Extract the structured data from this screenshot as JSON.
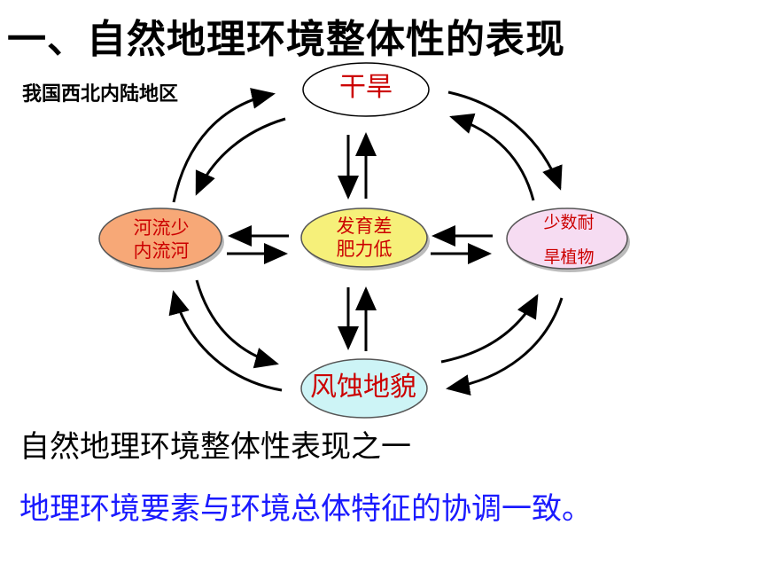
{
  "title": "一、自然地理环境整体性的表现",
  "region_label": "我国西北内陆地区",
  "nodes": {
    "drought": "干旱",
    "river_line1": "河流少",
    "river_line2": "内流河",
    "soil_line1": "发育差",
    "soil_line2": "肥力低",
    "plants_line1": "少数耐",
    "plants_line2": "旱植物",
    "landform": "风蚀地貌"
  },
  "caption": {
    "line1": "自然地理环境整体性表现之一",
    "line2": "地理环境要素与环境总体特征的协调一致。"
  },
  "colors": {
    "node_text": "#cc0000",
    "river_fill": "#f7a877",
    "soil_fill": "#f6f07a",
    "plants_fill": "#f6dcf2",
    "landform_fill": "#cdf4f6",
    "caption_blue": "#1a1aff"
  }
}
